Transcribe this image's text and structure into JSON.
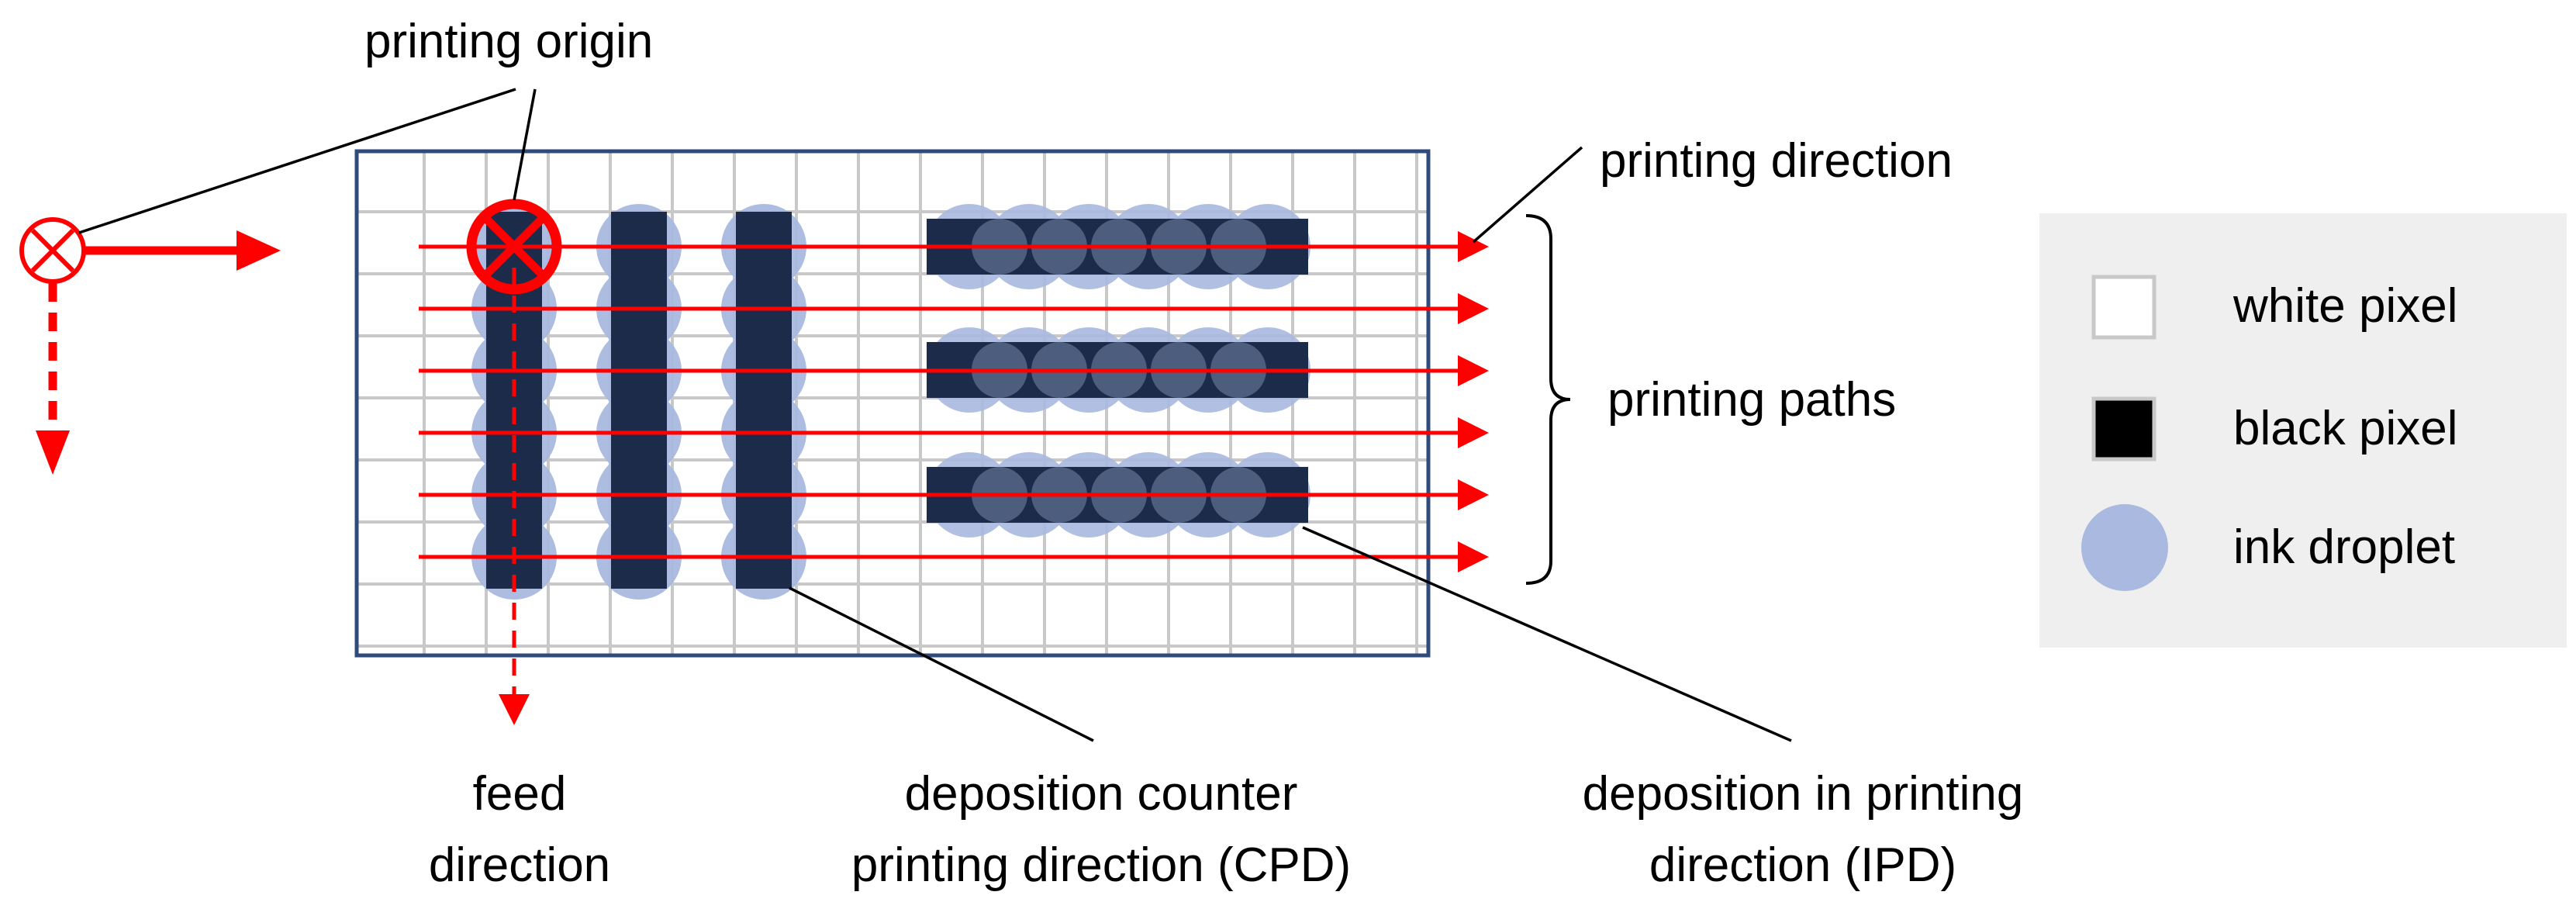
{
  "labels": {
    "printing_origin": "printing origin",
    "printing_direction": "printing direction",
    "printing_paths": "printing paths",
    "feed_direction": "feed\ndirection",
    "cpd": "deposition counter\nprinting direction (CPD)",
    "ipd": "deposition in printing\ndirection (IPD)"
  },
  "legend": {
    "items": [
      {
        "key": "white",
        "label": "white pixel"
      },
      {
        "key": "black",
        "label": "black pixel"
      },
      {
        "key": "droplet",
        "label": "ink droplet"
      }
    ]
  },
  "colors": {
    "frame": "#2F4B7C",
    "pixel": "#1C2B4A",
    "droplet": "#A9B9DF",
    "path": "#FF0000",
    "grid": "#C8C8C8",
    "legend_bg": "#EFEFEF"
  },
  "grid": {
    "columns": 17,
    "rows": 8
  },
  "pattern": {
    "vertical_bars": [
      {
        "column": 2,
        "rows": [
          1,
          6
        ]
      },
      {
        "column": 4,
        "rows": [
          1,
          6
        ]
      },
      {
        "column": 6,
        "rows": [
          1,
          6
        ]
      }
    ],
    "horizontal_bars": [
      {
        "row": 1,
        "columns": [
          9,
          14
        ]
      },
      {
        "row": 3,
        "columns": [
          9,
          14
        ]
      },
      {
        "row": 5,
        "columns": [
          9,
          14
        ]
      }
    ],
    "path_count": 6
  }
}
